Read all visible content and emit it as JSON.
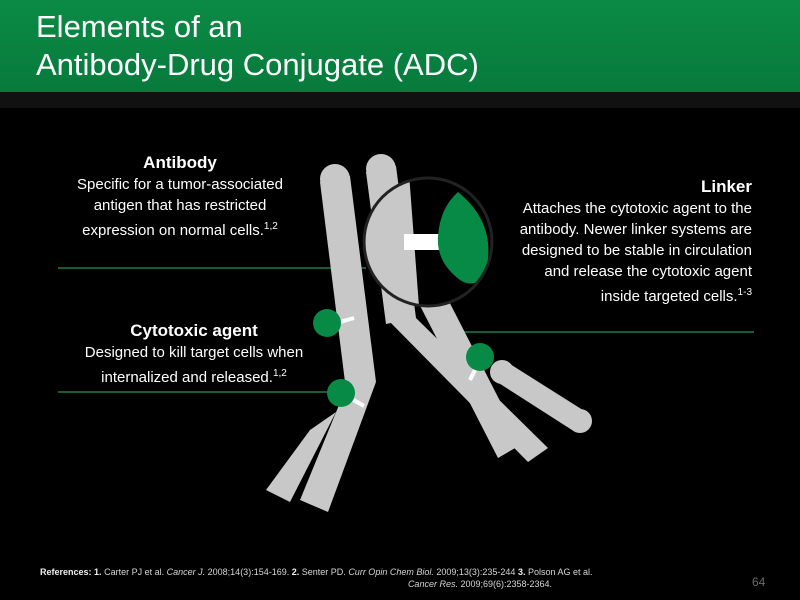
{
  "header": {
    "title_line1": "Elements of an",
    "title_line2": "Antibody-Drug Conjugate (ADC)"
  },
  "callouts": {
    "antibody": {
      "heading": "Antibody",
      "body": "Specific for a tumor-associated antigen that has restricted expression on normal cells.",
      "sup": "1,2"
    },
    "cytotoxic": {
      "heading": "Cytotoxic agent",
      "body": "Designed to kill target cells when internalized and released.",
      "sup": "1,2"
    },
    "linker": {
      "heading": "Linker",
      "body": "Attaches the cytotoxic agent to the antibody. Newer linker systems are designed to be stable in circulation and release the cytotoxic agent inside targeted cells.",
      "sup": "1-3"
    }
  },
  "references": {
    "label": "References:",
    "ref1_num": "1.",
    "ref1_text": "Carter PJ et al.",
    "ref1_journal": "Cancer J.",
    "ref1_cite": "2008;14(3):154-169.",
    "ref2_num": "2.",
    "ref2_text": "Senter PD.",
    "ref2_journal": "Curr Opin Chem Biol.",
    "ref2_cite": "2009;13(3):235-244",
    "ref3_num": "3.",
    "ref3_text": "Polson AG et al.",
    "ref3_journal": "Cancer Res.",
    "ref3_cite": "2009;69(6):2358-2364."
  },
  "page_number": "64",
  "colors": {
    "header_green": "#0a8b45",
    "drug_green": "#078a46",
    "antibody_gray": "#c8c8c8",
    "leader_green": "#1e7a45"
  }
}
